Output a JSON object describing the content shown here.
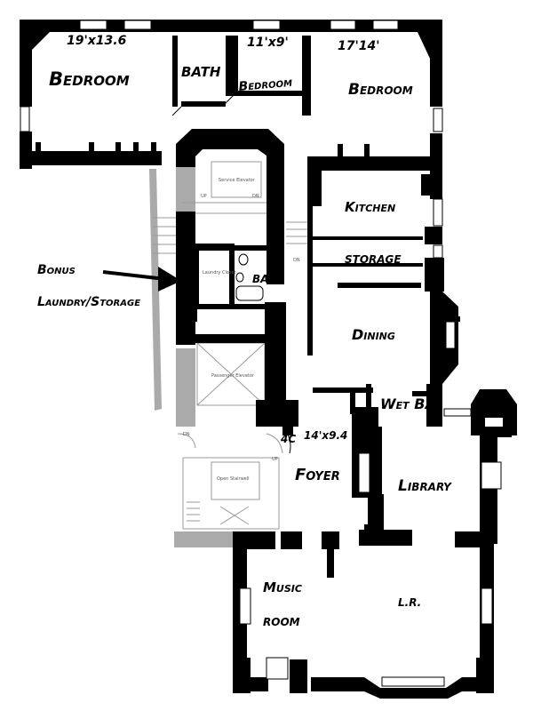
{
  "rooms": {
    "bedroom_1": "Bedroom",
    "bedroom_1_dim": "19'x13.6",
    "bath_1": "BATH",
    "bedroom_2": "Bedroom",
    "bedroom_2_dim": "11'x9'",
    "bedroom_3": "Bedroom",
    "bedroom_3_dim": "17'14'",
    "kitchen": "Kitchen",
    "storage": "STORAGE",
    "dining": "Dining",
    "wet_bar": "Wet Bar",
    "bath_2": "BATH",
    "laundry_closet": "Laundry Closet",
    "service_elevator": "Service Elevator",
    "passenger_elevator": "Passenger Elevator",
    "open_stairwell": "Open Stairwell",
    "foyer": "Foyer",
    "foyer_dim": "14'x9.4",
    "unit": "4C",
    "library": "Library",
    "music_room_1": "Music",
    "music_room_2": "ROOM",
    "living_room": "L.R."
  },
  "annotations": {
    "bonus": "Bonus",
    "laundry_storage": "Laundry/Storage"
  },
  "stair_marks": {
    "up_1": "UP",
    "dn_1": "DN",
    "dn_2": "DN",
    "dn_3": "DN",
    "up_2": "UP"
  },
  "colors": {
    "wall": "#000000",
    "common_area": "#aaaaaa",
    "window": "#ffffff",
    "background": "#ffffff"
  }
}
